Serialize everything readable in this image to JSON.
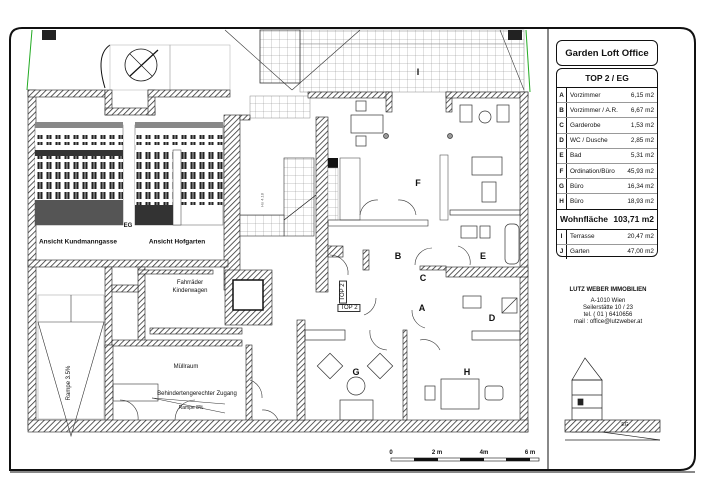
{
  "title": "Garden Loft Office",
  "table": {
    "heading": "TOP 2 / EG",
    "rooms": [
      {
        "letter": "A",
        "name": "Vorzimmer",
        "area": "6,15 m2"
      },
      {
        "letter": "B",
        "name": "Vorzimmer / A.R.",
        "area": "6,67 m2"
      },
      {
        "letter": "C",
        "name": "Garderobe",
        "area": "1,53 m2"
      },
      {
        "letter": "D",
        "name": "WC / Dusche",
        "area": "2,85 m2"
      },
      {
        "letter": "E",
        "name": "Bad",
        "area": "5,31 m2"
      },
      {
        "letter": "F",
        "name": "Ordination/Büro",
        "area": "45,93 m2"
      },
      {
        "letter": "G",
        "name": "Büro",
        "area": "16,34 m2"
      },
      {
        "letter": "H",
        "name": "Büro",
        "area": "18,93 m2"
      }
    ],
    "total_label": "Wohnfläche",
    "total_value": "103,71 m2",
    "outdoor": [
      {
        "letter": "I",
        "name": "Terrasse",
        "area": "20,47 m2"
      },
      {
        "letter": "J",
        "name": "Garten",
        "area": "47,00 m2"
      }
    ]
  },
  "company": {
    "name": "LUTZ WEBER IMMOBILIEN",
    "address1": "A-1010 Wien",
    "address2": "Seilerstätte 10 / 23",
    "phone": "tel. ( 01 ) 6410656",
    "email": "mail : office@lutzweber.at"
  },
  "section_label": "EG",
  "plan": {
    "rooms": {
      "A": "A",
      "B": "B",
      "C": "C",
      "D": "D",
      "E": "E",
      "F": "F",
      "G": "G",
      "H": "H",
      "I": "I"
    },
    "top_label": "TOP 2",
    "top_label_vertical": "TOP 2",
    "fahrraeder": "Fahrräder",
    "kinderwagen": "Kinderwagen",
    "muellraum": "Müllraum",
    "zugang": "Behindertengerechter Zugang",
    "rampe8": "Rampe 8%",
    "rampe35": "Rampe 3.5%",
    "facade_left": "Ansicht Kundmanngasse",
    "facade_right": "Ansicht Hofgarten",
    "facade_eg": "EG",
    "stair_small": "Ho 4.18"
  },
  "scale_bar": {
    "labels": [
      "0",
      "2 m",
      "4m",
      "6 m"
    ]
  }
}
